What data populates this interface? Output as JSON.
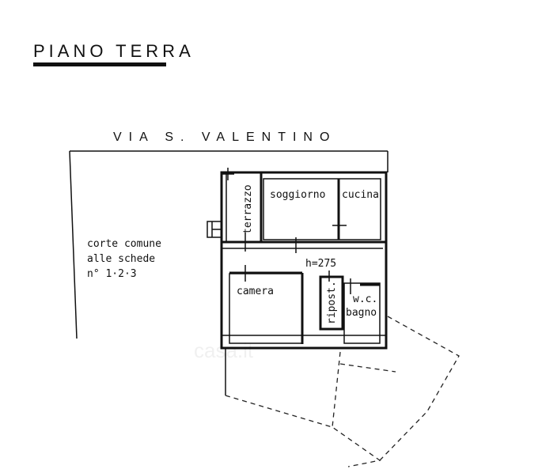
{
  "title": "PIANO TERRA",
  "street": "VIA S. VALENTINO",
  "courtyard": {
    "line1": "corte comune",
    "line2": "alle schede",
    "line3": "n° 1·2·3"
  },
  "rooms": {
    "terrazzo": "terrazzo",
    "soggiorno": "soggiorno",
    "cucina": "cucina",
    "height": "h=275",
    "camera": "camera",
    "ripostiglio": "ripost.",
    "wc": "w.c.",
    "bagno": "bagno"
  },
  "watermark": "casa.it"
}
